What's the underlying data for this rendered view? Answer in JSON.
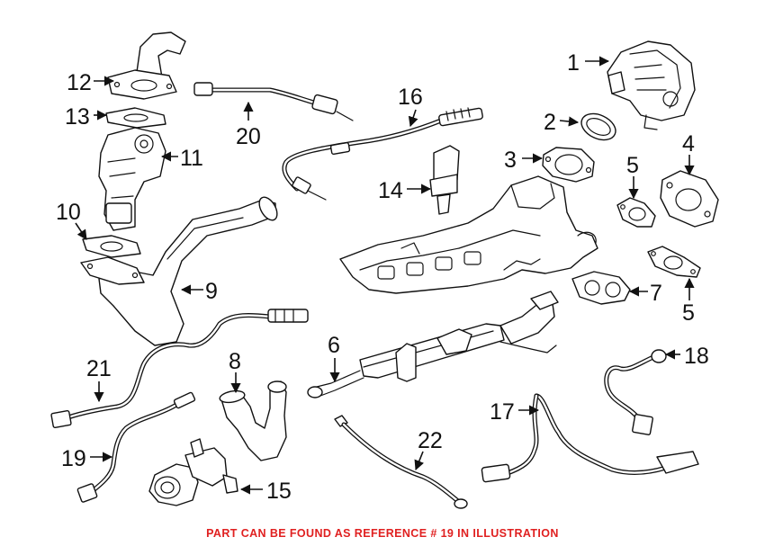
{
  "callouts": {
    "c1": "1",
    "c2": "2",
    "c3": "3",
    "c4": "4",
    "c5a": "5",
    "c5b": "5",
    "c6": "6",
    "c7": "7",
    "c8": "8",
    "c9": "9",
    "c10": "10",
    "c11": "11",
    "c12": "12",
    "c13": "13",
    "c14": "14",
    "c15": "15",
    "c16": "16",
    "c17": "17",
    "c18": "18",
    "c19": "19",
    "c20": "20",
    "c21": "21",
    "c22": "22"
  },
  "footer": {
    "note": "PART CAN BE FOUND AS REFERENCE # 19 IN ILLUSTRATION",
    "note_color": "#e02020"
  }
}
